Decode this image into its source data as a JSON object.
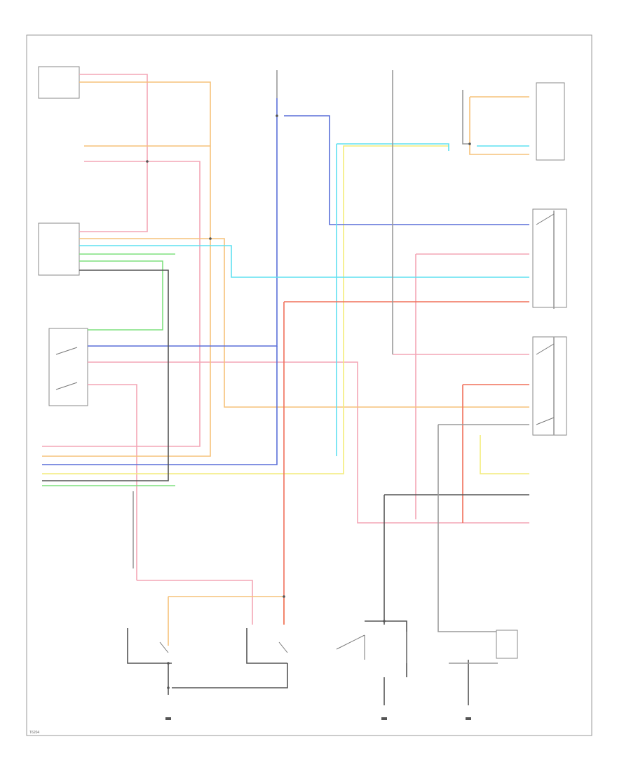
{
  "wires": [
    {
      "name": "pink",
      "color": "#f4a6b6"
    },
    {
      "name": "orange",
      "color": "#f6c27a"
    },
    {
      "name": "yellow",
      "color": "#f4ec7a"
    },
    {
      "name": "blue",
      "color": "#5a6fd8"
    },
    {
      "name": "cyan",
      "color": "#5fe0f0"
    },
    {
      "name": "green",
      "color": "#7ee07e"
    },
    {
      "name": "red",
      "color": "#f0705a"
    },
    {
      "name": "black",
      "color": "#555555"
    },
    {
      "name": "gray",
      "color": "#9a9a9a"
    }
  ],
  "page_id": "T6204"
}
